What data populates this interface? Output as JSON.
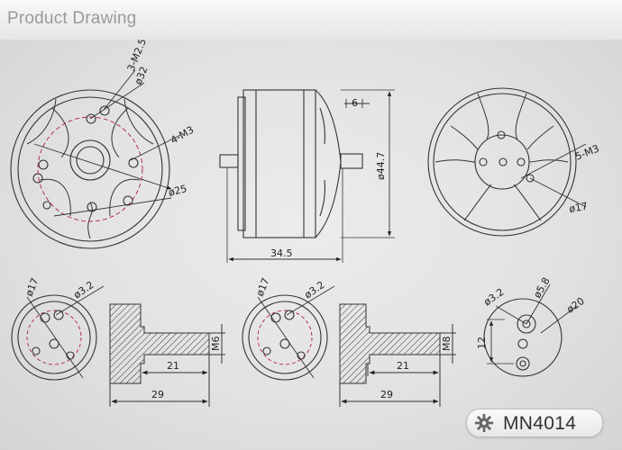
{
  "header": {
    "title": "Product Drawing"
  },
  "badge": {
    "icon": "gear-icon",
    "model": "MN4014"
  },
  "colors": {
    "line": "#333333",
    "accent": "#b0223a",
    "background": "#e4e4e4"
  },
  "top_views": {
    "front": {
      "mount_holes": "3-M2.5",
      "pcd_outer": "ø32",
      "mount_holes_inner": "4-M3",
      "pcd_inner": "ø25"
    },
    "side": {
      "shaft_len": "6",
      "diameter": "ø44.7",
      "height": "34.5"
    },
    "rear": {
      "holes": "5-M3",
      "pcd": "ø17"
    }
  },
  "prop_adapter_a": {
    "pcd": "ø17",
    "hole": "ø3.2",
    "len_inner": "21",
    "len_total": "29",
    "thread": "M6"
  },
  "prop_adapter_b": {
    "pcd": "ø17",
    "hole": "ø3.2",
    "len_inner": "21",
    "len_total": "29",
    "thread": "M8"
  },
  "adapter_plate": {
    "hole": "ø3.2",
    "bore": "ø5.8",
    "dia": "ø20",
    "spacing": "12"
  }
}
